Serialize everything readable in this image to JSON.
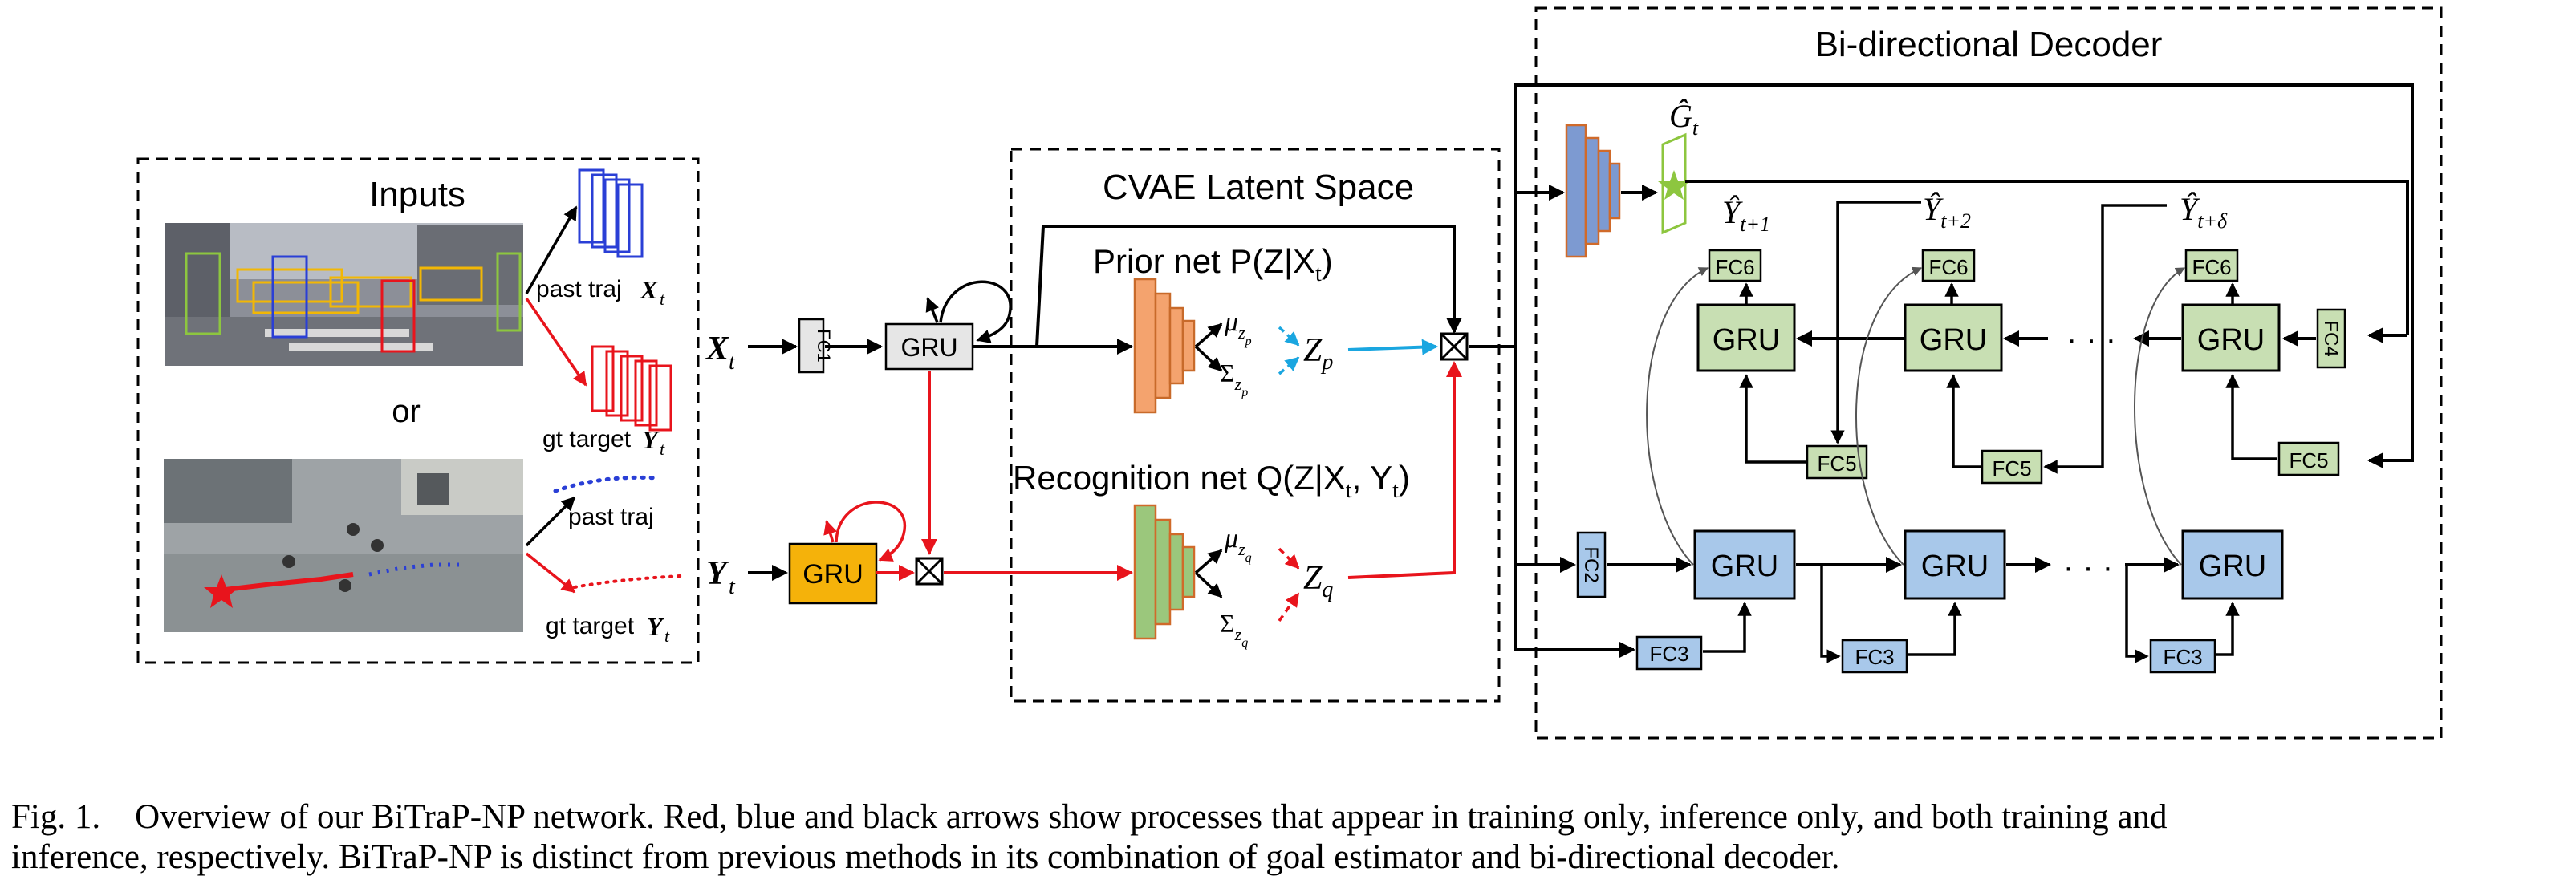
{
  "inputs_panel": {
    "title": "Inputs",
    "or": "or",
    "past_traj_top": "past traj",
    "past_traj_top_var": "X",
    "gt_target_top": "gt target",
    "gt_target_top_var": "Y",
    "sub_t": "t",
    "past_traj_bottom": "past traj",
    "gt_target_bottom": "gt target",
    "gt_target_bottom_var": "Y"
  },
  "inputs": {
    "x_var": "X",
    "y_var": "Y",
    "sub_t": "t"
  },
  "encoder": {
    "fc1": "FC1",
    "gru_x": "GRU",
    "gru_y": "GRU"
  },
  "cvae": {
    "title": "CVAE Latent Space",
    "prior_label": "Prior net P(Z|X",
    "prior_label_sub": "t",
    "prior_label_end": ")",
    "recog_label": "Recognition net Q(Z|X",
    "recog_label_sub": "t",
    "recog_label_mid": ", Y",
    "recog_label_sub2": "t",
    "recog_label_end": ")",
    "mu": "μ",
    "sigma": "Σ",
    "z": "Z",
    "zp_sub": "z",
    "zp_sub2": "p",
    "zq_sub": "z",
    "zq_sub2": "q",
    "p": "p",
    "q": "q"
  },
  "decoder": {
    "title": "Bi-directional Decoder",
    "goal": "Ĝ",
    "goal_sub": "t",
    "yhat": "Ŷ",
    "y1_sub": "t+1",
    "y2_sub": "t+2",
    "y3_sub": "t+δ",
    "gru": "GRU",
    "fc2": "FC2",
    "fc3": "FC3",
    "fc4": "FC4",
    "fc5": "FC5",
    "fc6": "FC6",
    "ellipsis": "· · ·"
  },
  "caption": {
    "line1_prefix": "Fig. 1.",
    "line1": "Overview of our BiTraP-NP network. Red, blue and black arrows show processes that appear in training only, inference only, and both training and",
    "line2": "inference, respectively. BiTraP-NP is distinct from previous methods in its combination of goal estimator and bi-directional decoder."
  },
  "colors": {
    "black_arrow": "#000000",
    "red_arrow": "#e8141c",
    "blue_arrow": "#1aa6e0",
    "gru_gray": "#e6e6e6",
    "gru_orange": "#f5b20a",
    "gru_green": "#c8dfb3",
    "gru_blue": "#a8c8ea",
    "prior_orange": "#f4a36e",
    "recog_green": "#9bc77c",
    "goal_blue": "#7d9ad1"
  }
}
